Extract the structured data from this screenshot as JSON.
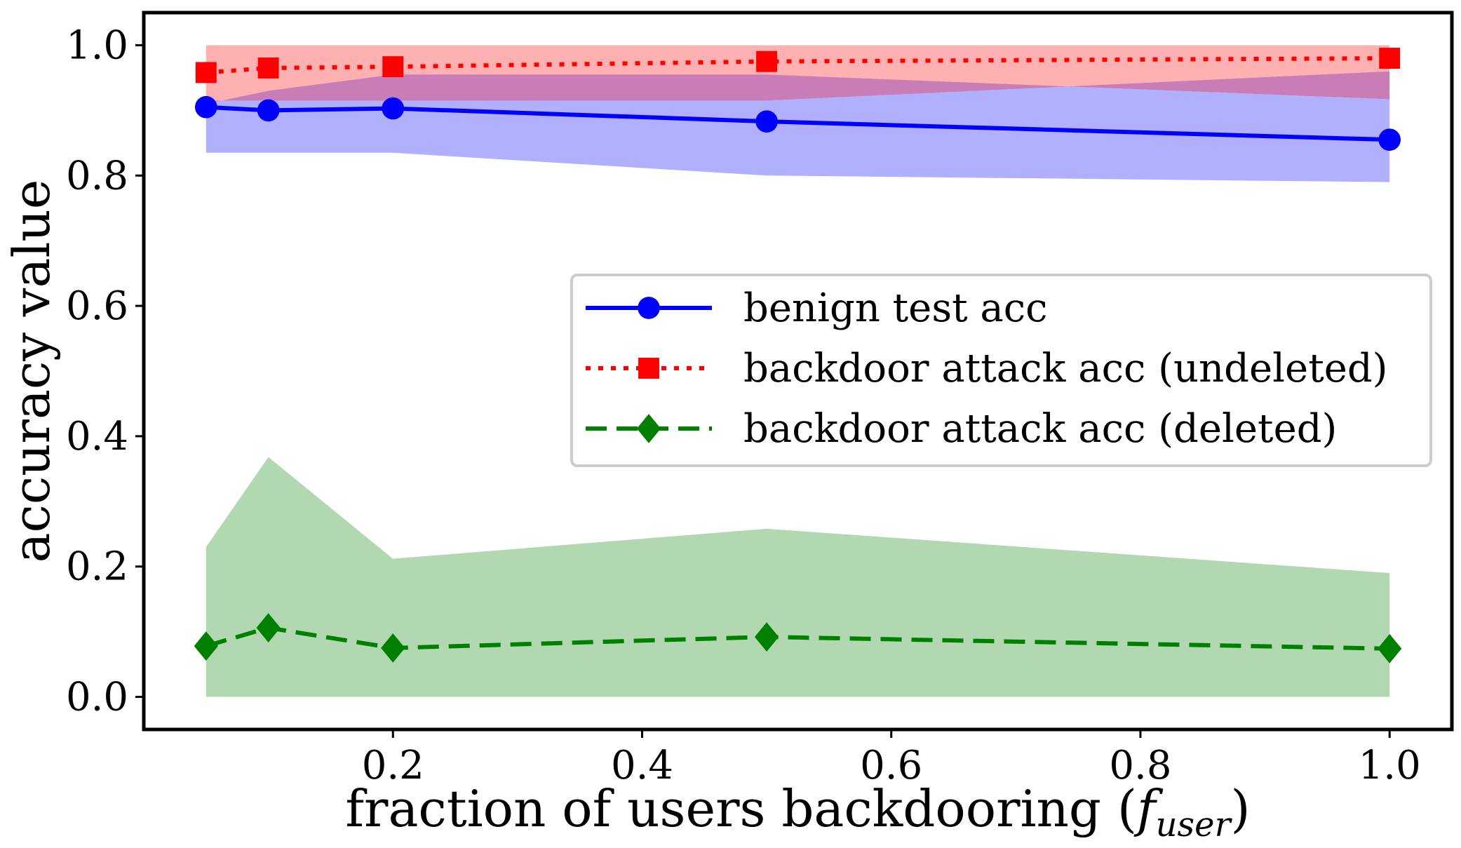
{
  "chart_data": {
    "type": "line",
    "title": "",
    "xlabel": "fraction of users backdooring (",
    "xlabel_sym": "f",
    "xlabel_sub": "user",
    "xlabel_close": ")",
    "ylabel": "accuracy value",
    "xlim": [
      0.0,
      1.05
    ],
    "ylim": [
      -0.05,
      1.05
    ],
    "xticks": [
      0.2,
      0.4,
      0.6,
      0.8,
      1.0
    ],
    "xtick_labels": [
      "0.2",
      "0.4",
      "0.6",
      "0.8",
      "1.0"
    ],
    "yticks": [
      0.0,
      0.2,
      0.4,
      0.6,
      0.8,
      1.0
    ],
    "ytick_labels": [
      "0.0",
      "0.2",
      "0.4",
      "0.6",
      "0.8",
      "1.0"
    ],
    "grid": false,
    "legend_position": "center-right",
    "x": [
      0.05,
      0.1,
      0.2,
      0.5,
      1.0
    ],
    "series": [
      {
        "name": "benign test acc",
        "values": [
          0.905,
          0.9,
          0.903,
          0.883,
          0.855
        ],
        "band_lower": [
          0.835,
          0.835,
          0.835,
          0.8,
          0.79
        ],
        "band_upper": [
          0.91,
          0.93,
          0.955,
          0.955,
          0.917
        ],
        "color": "#0000ff",
        "band_color": "#b0b0ff",
        "line_style": "solid",
        "marker": "circle"
      },
      {
        "name": "backdoor attack acc (undeleted)",
        "values": [
          0.958,
          0.965,
          0.967,
          0.975,
          0.98
        ],
        "band_lower": [
          0.915,
          0.915,
          0.915,
          0.915,
          0.96
        ],
        "band_upper": [
          1.0,
          1.0,
          1.0,
          1.0,
          1.0
        ],
        "color": "#ff0000",
        "band_color": "#ffb0b0",
        "overlap_color": "#c97db6",
        "line_style": "dotted",
        "marker": "square"
      },
      {
        "name": "backdoor attack acc (deleted)",
        "values": [
          0.078,
          0.106,
          0.075,
          0.092,
          0.074
        ],
        "band_lower": [
          0.0,
          0.0,
          0.0,
          0.0,
          0.0
        ],
        "band_upper": [
          0.23,
          0.368,
          0.212,
          0.258,
          0.19
        ],
        "color": "#008000",
        "band_color": "#b2d8b2",
        "line_style": "dashed",
        "marker": "diamond"
      }
    ]
  }
}
